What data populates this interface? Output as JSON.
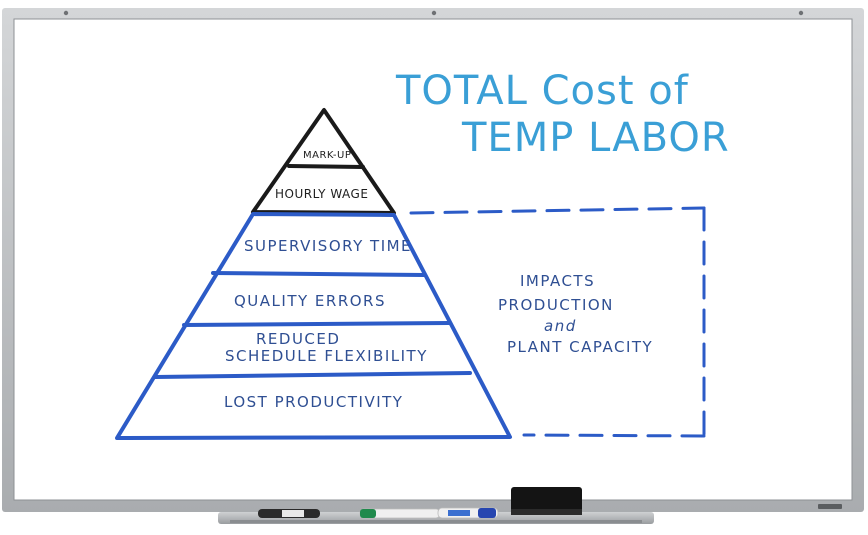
{
  "title": {
    "line1": "TOTAL Cost of",
    "line2": "TEMP LABOR"
  },
  "pyramid": {
    "visible_costs": [
      "MARK-UP",
      "HOURLY WAGE"
    ],
    "hidden_costs": [
      {
        "line1": "SUPERVISORY TIME"
      },
      {
        "line1": "QUALITY ERRORS"
      },
      {
        "line1": "REDUCED",
        "line2": "SCHEDULE FLEXIBILITY"
      },
      {
        "line1": "LOST PRODUCTIVITY"
      }
    ]
  },
  "impact_box": {
    "line1": "IMPACTS",
    "line2": "PRODUCTION",
    "line3": "and",
    "line4": "PLANT CAPACITY"
  },
  "colors": {
    "title": "#3a9fd6",
    "marker_blue": "#2c5bc7",
    "marker_black": "#1a1a1a",
    "text_blue": "#2f4f93",
    "frame": "#b9bcbf"
  }
}
